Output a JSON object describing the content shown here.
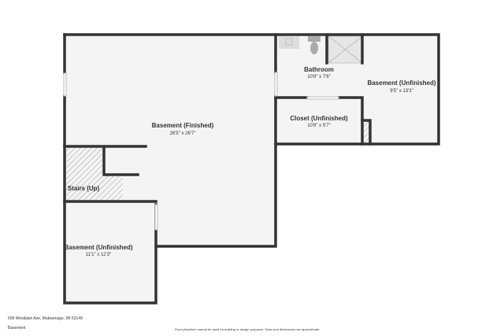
{
  "rooms": [
    {
      "name": "Basement (Finished)",
      "dims": "26'5\" x 26'7\""
    },
    {
      "name": "Bathroom",
      "dims": "10'8\" x 7'8\""
    },
    {
      "name": "Basement (Unfinished)",
      "dims": "9'5\" x 13'3\""
    },
    {
      "name": "Closet (Unfinished)",
      "dims": "10'8\" x 5'7\""
    },
    {
      "name": "Stairs (Up)"
    },
    {
      "name": "Basement (Unfinished)",
      "dims": "11'1\" x 12'3\""
    }
  ],
  "footer": {
    "address": "609 Westlawn Ave, Mukwonago, WI 53149",
    "level": "Basement",
    "disclaimer": "Floor plans/tour cannot be used for building or design purposes. Sizes and dimensions are approximate."
  },
  "colors": {
    "wall": "#333333",
    "floor": "#f4f4f4"
  }
}
